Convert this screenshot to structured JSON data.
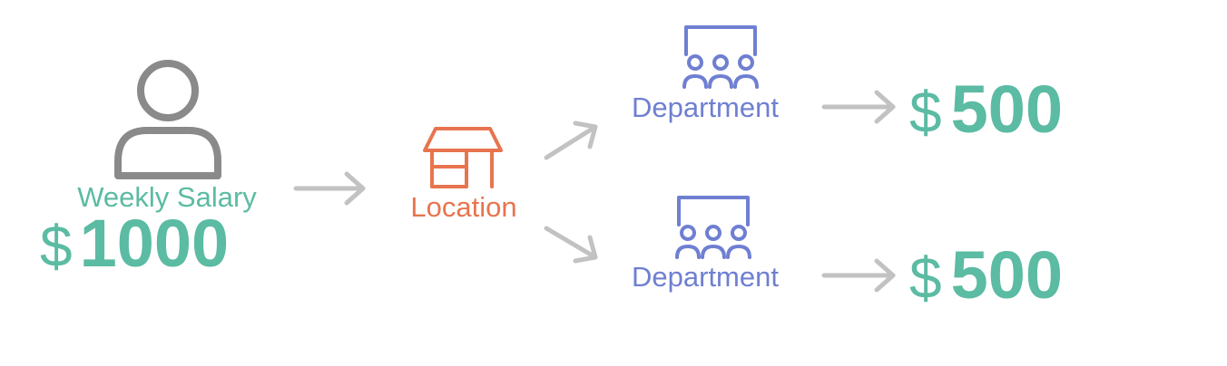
{
  "colors": {
    "teal": "#5bbba3",
    "person_gray": "#8a8a8a",
    "location_orange": "#e8744f",
    "department_blue": "#6f7fd1",
    "arrow_gray": "#c2c2c2"
  },
  "source": {
    "icon": "person-icon",
    "label": "Weekly Salary",
    "currency": "$",
    "amount": "1000"
  },
  "location": {
    "icon": "store-icon",
    "label": "Location"
  },
  "departments": [
    {
      "icon": "group-icon",
      "label": "Department",
      "currency": "$",
      "amount": "500"
    },
    {
      "icon": "group-icon",
      "label": "Department",
      "currency": "$",
      "amount": "500"
    }
  ]
}
